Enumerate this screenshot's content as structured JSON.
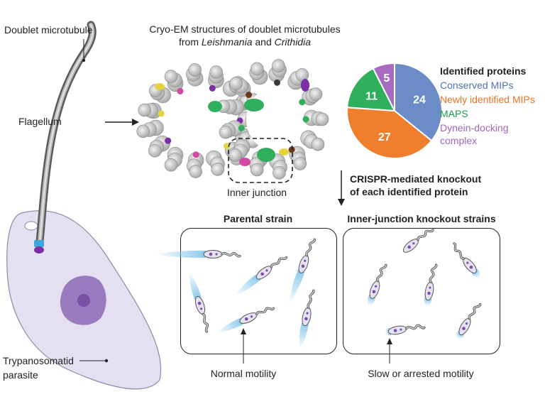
{
  "labels": {
    "doublet_microtubule": "Doublet microtubule",
    "flagellum": "Flagellum",
    "parasite_line1": "Trypanosomatid",
    "parasite_line2": "parasite",
    "cryo_title_line1": "Cryo-EM structures of doublet microtubules",
    "cryo_title_from": "from ",
    "cryo_title_genus1": "Leishmania",
    "cryo_title_and": " and ",
    "cryo_title_genus2": "Crithidia",
    "inner_junction": "Inner junction",
    "crispr_line1": "CRISPR-mediated knockout",
    "crispr_line2": "of each identified protein",
    "parental_strain": "Parental strain",
    "knockout_strains": "Inner-junction knockout strains",
    "normal_motility": "Normal motility",
    "slow_motility": "Slow or arrested motility"
  },
  "chart_data": {
    "type": "pie",
    "title": "Identified proteins",
    "slices": [
      {
        "name": "Conserved MIPs",
        "value": 24,
        "color": "#6b8cc7"
      },
      {
        "name": "Newly identified MIPs",
        "value": 27,
        "color": "#ef7f2d"
      },
      {
        "name": "MAPS",
        "value": 11,
        "color": "#2fae5c"
      },
      {
        "name": "Dynein-docking complex",
        "value": 5,
        "color": "#a66bc0"
      }
    ],
    "legend_lines": {
      "dynein_line1": "Dynein-docking",
      "dynein_line2": "complex"
    }
  },
  "colors": {
    "cell_fill": "#e4e0f2",
    "nucleus_outer": "#9a7bbf",
    "nucleus_inner": "#7a4fa6",
    "basal_body": "#7b2fa6",
    "flagellar_tip": "#3aa9d9",
    "motion_trail": "#7fc3ea"
  }
}
